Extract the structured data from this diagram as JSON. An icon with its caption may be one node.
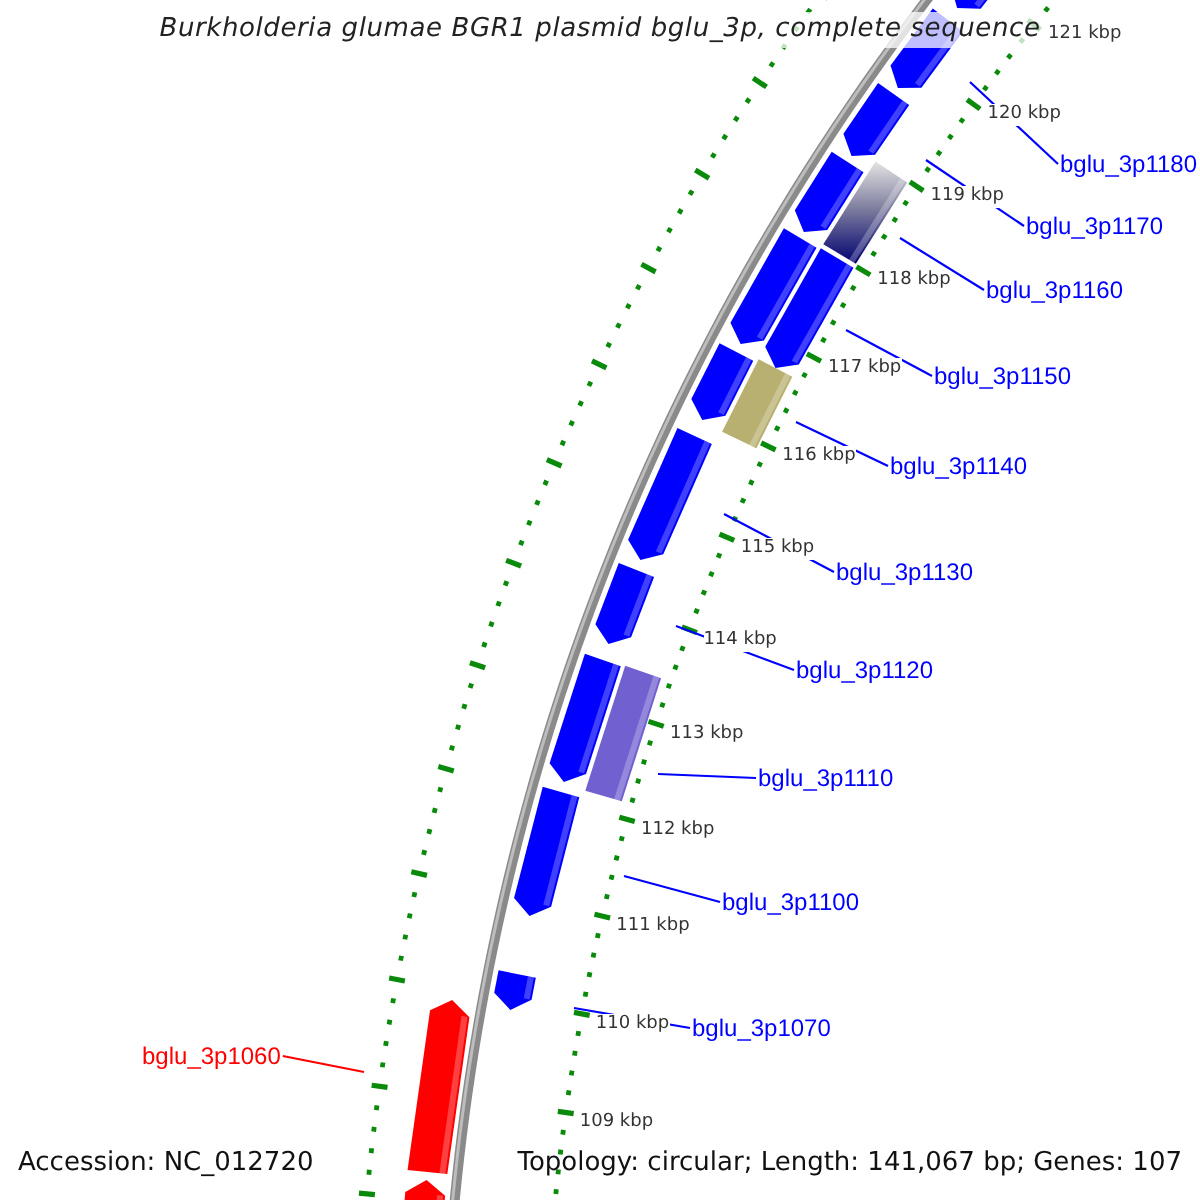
{
  "diagram": {
    "title": "Burkholderia glumae BGR1 plasmid bglu_3p, complete sequence",
    "nodes": [
      {
        "text": [
          "bglu_3p1180"
        ]
      },
      {
        "text": [
          "bglu_3p1170"
        ]
      },
      {
        "text": [
          "bglu_3p1160"
        ]
      },
      {
        "text": [
          "bglu_3p1150"
        ]
      },
      {
        "text": [
          "bglu_3p1140"
        ]
      },
      {
        "text": [
          "bglu_3p1130"
        ]
      },
      {
        "text": [
          "bglu_3p1120"
        ]
      },
      {
        "text": [
          "bglu_3p1110"
        ]
      },
      {
        "text": [
          "bglu_3p1100"
        ]
      },
      {
        "text": [
          "bglu_3p1070"
        ]
      },
      {
        "text": [
          "bglu_3p1060"
        ]
      }
    ],
    "edges": [
      {
        "from": 0,
        "to": null,
        "arrow": "none"
      },
      {
        "from": 1,
        "to": null,
        "arrow": "none"
      },
      {
        "from": 2,
        "to": null,
        "arrow": "none"
      },
      {
        "from": 3,
        "to": null,
        "arrow": "none"
      },
      {
        "from": 4,
        "to": null,
        "arrow": "none"
      },
      {
        "from": 5,
        "to": null,
        "arrow": "none"
      },
      {
        "from": 6,
        "to": null,
        "arrow": "none"
      },
      {
        "from": 7,
        "to": null,
        "arrow": "none"
      },
      {
        "from": 8,
        "to": null,
        "arrow": "none"
      },
      {
        "from": 9,
        "to": null,
        "arrow": "none"
      },
      {
        "from": 10,
        "to": null,
        "arrow": "none",
        "color": "#ff0000"
      }
    ],
    "labels": [
      "121 kbp",
      "120 kbp",
      "119 kbp",
      "118 kbp",
      "117 kbp",
      "116 kbp",
      "115 kbp",
      "114 kbp",
      "113 kbp",
      "112 kbp",
      "111 kbp",
      "110 kbp",
      "109 kbp",
      "Accession: NC_012720",
      "Topology: circular; Length: 141,067 bp; Genes: 107"
    ]
  }
}
